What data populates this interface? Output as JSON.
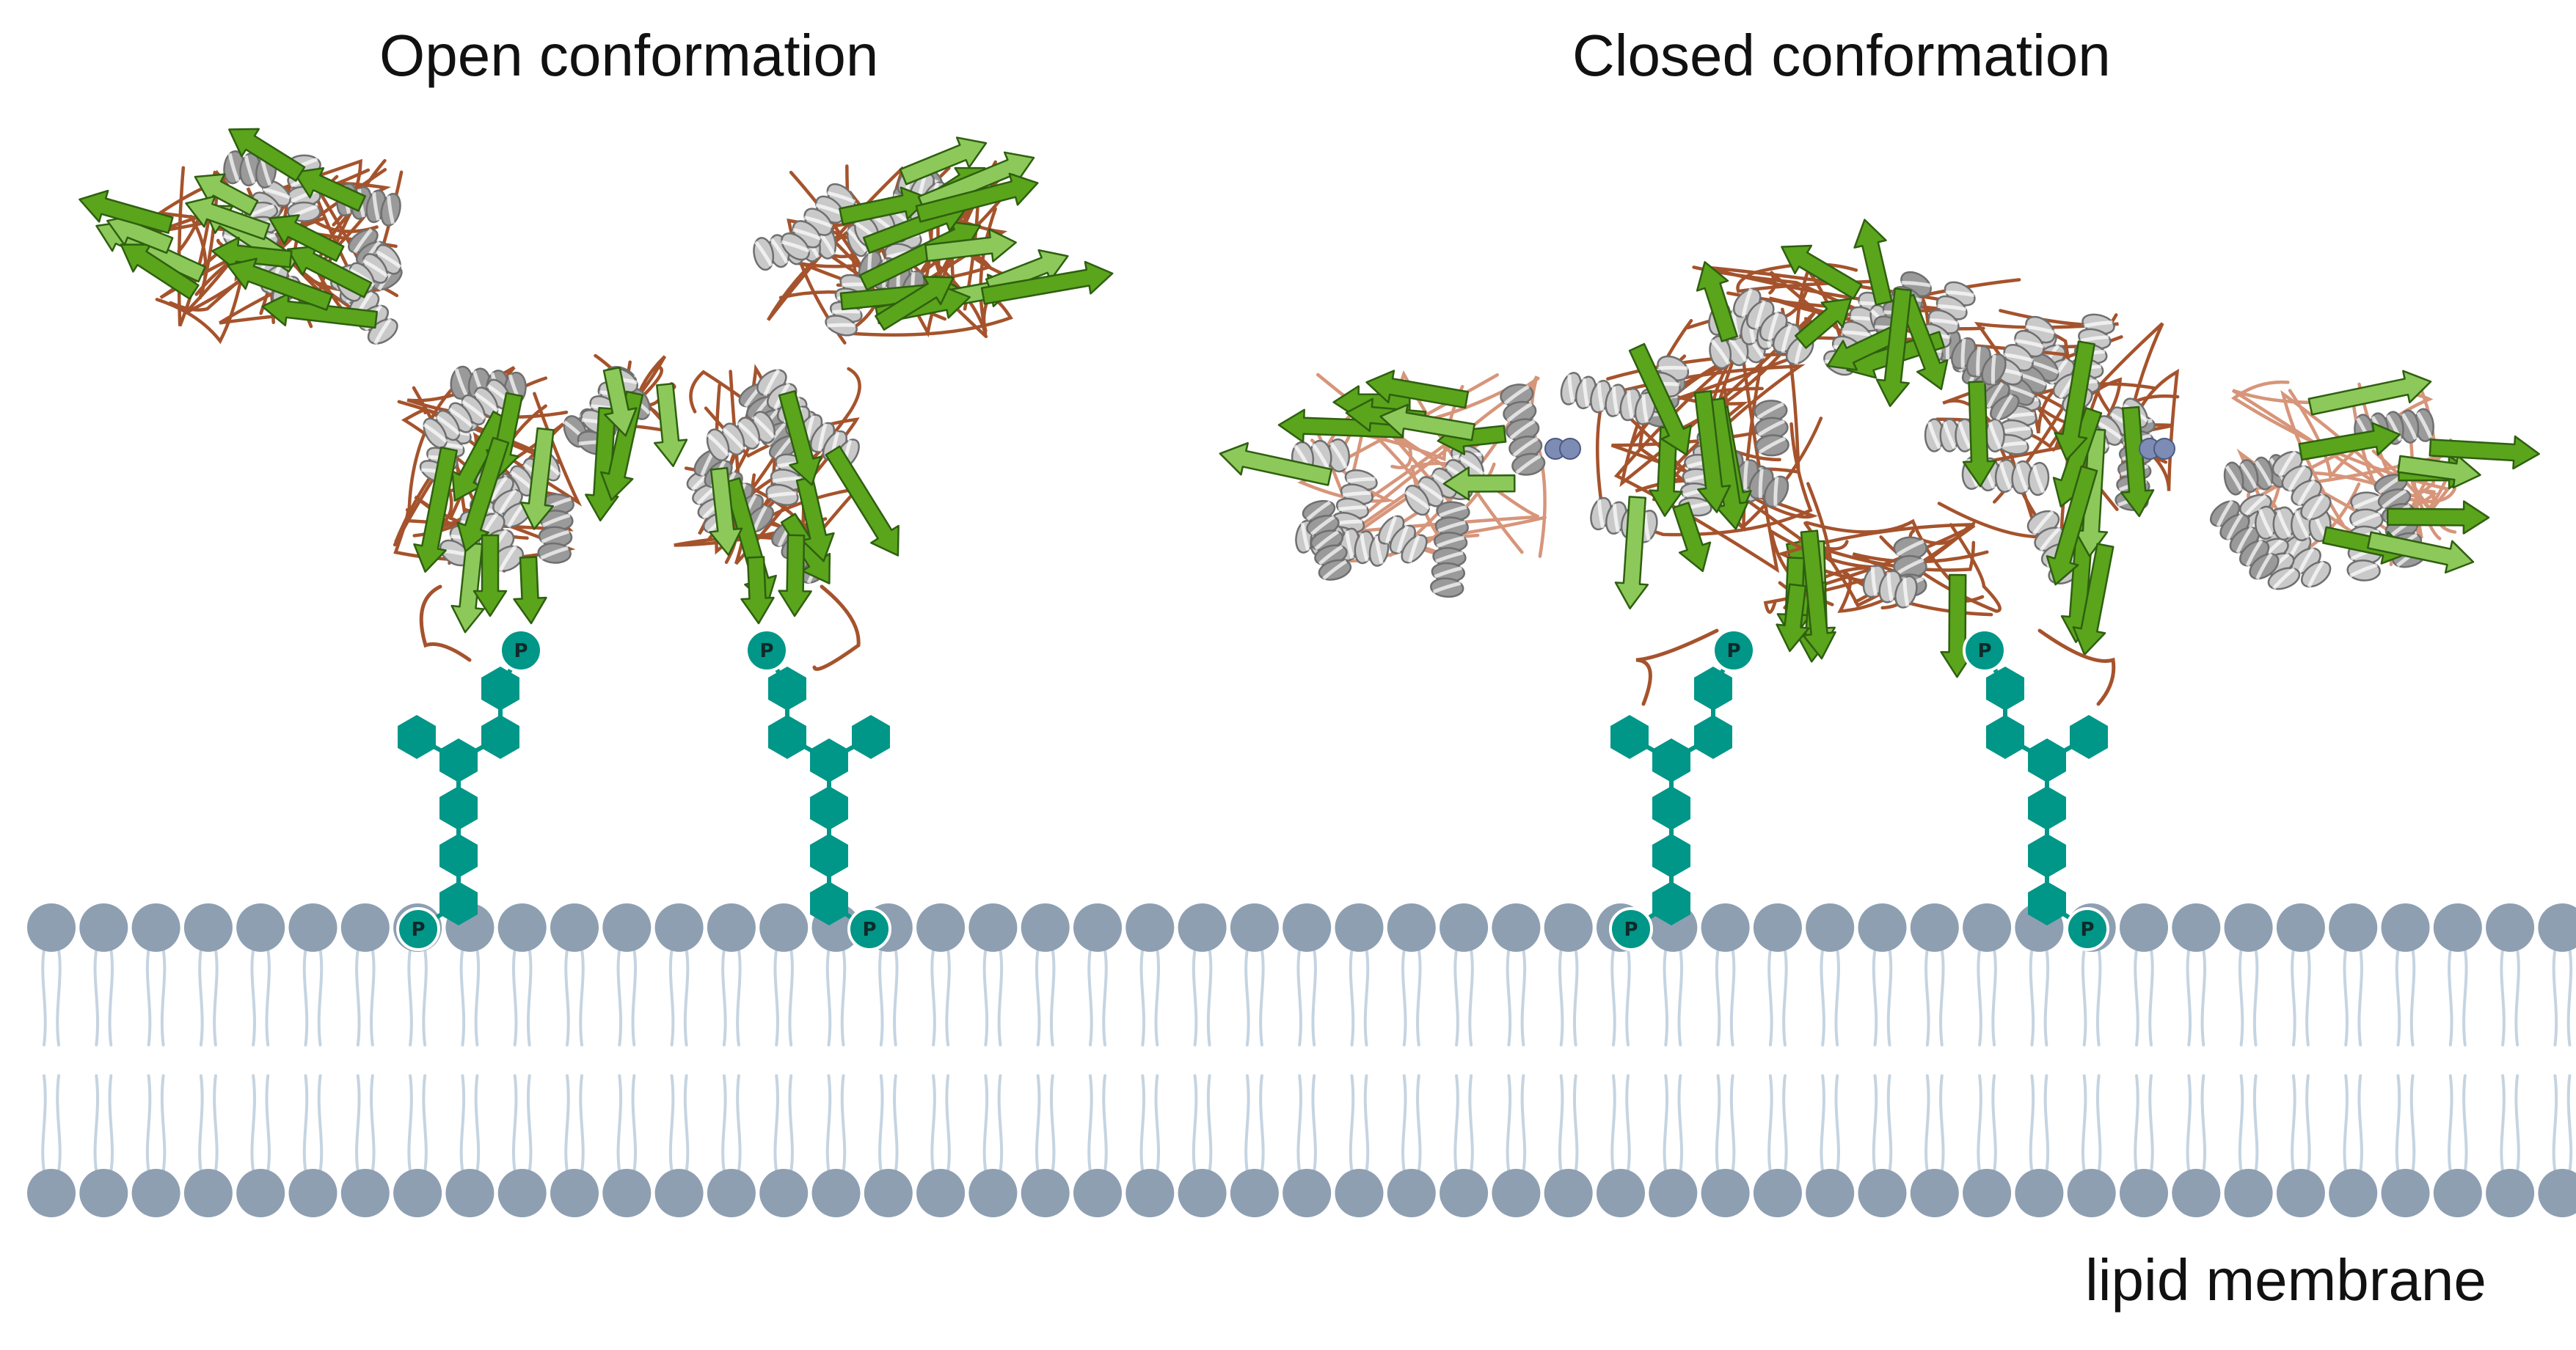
{
  "titles": {
    "open": "Open conformation",
    "closed": "Closed conformation"
  },
  "membrane": {
    "label": "lipid membrane",
    "head_color": "#8e9fb2",
    "tail_color": "#c5d4e1"
  },
  "glycan": {
    "phosphate_symbol": "P",
    "color": "#009688"
  },
  "protein_colors": {
    "helix": "#c9c9c9",
    "helix_dark": "#9a9a9a",
    "strand": "#5aa51c",
    "strand_light": "#8cc95a",
    "loop": "#a5532c",
    "loop_light": "#d7957a",
    "ion": "#7d8cb5"
  }
}
